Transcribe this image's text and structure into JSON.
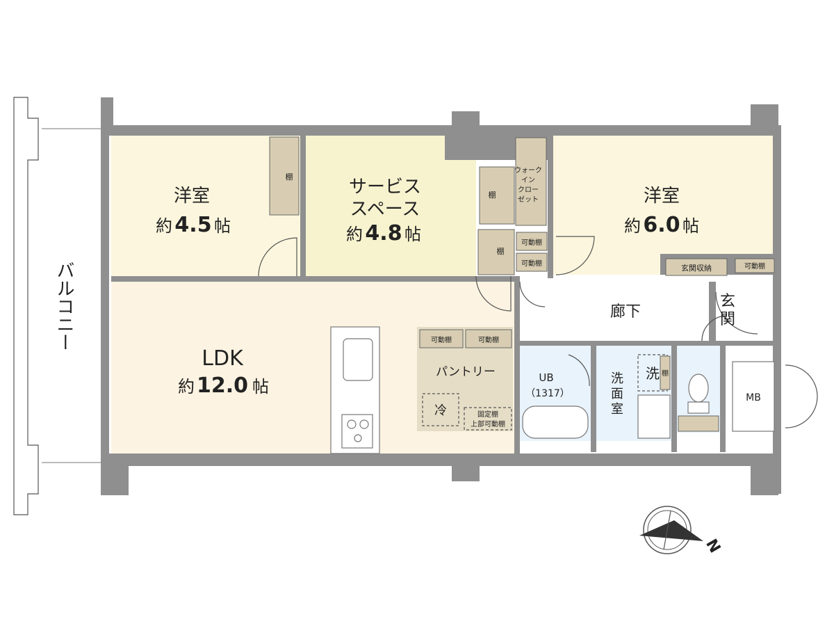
{
  "rooms": {
    "western_room_left": {
      "name": "洋室",
      "area_prefix": "約",
      "area": "4.5",
      "unit": "帖"
    },
    "service_space": {
      "name_line1": "サービス",
      "name_line2": "スペース",
      "area_prefix": "約",
      "area": "4.8",
      "unit": "帖"
    },
    "western_room_right": {
      "name": "洋室",
      "area_prefix": "約",
      "area": "6.0",
      "unit": "帖"
    },
    "ldk": {
      "name": "LDK",
      "area_prefix": "約",
      "area": "12.0",
      "unit": "帖"
    },
    "hallway": {
      "name": "廊下"
    },
    "entrance": {
      "name_line1": "玄",
      "name_line2": "関"
    },
    "pantry": {
      "name": "パントリー"
    },
    "bath": {
      "name": "UB",
      "size": "（1317）"
    },
    "washroom": {
      "line1": "洗",
      "line2": "面",
      "line3": "室"
    },
    "balcony": {
      "name": "バルコニー"
    },
    "meter_box": {
      "name": "MB"
    }
  },
  "storage": {
    "shelf_left": "棚",
    "shelf_wic": "棚",
    "shelf_service": "棚",
    "walk_in_closet": [
      "ウォーク",
      "イン",
      "クロー",
      "ゼット"
    ],
    "movable_shelf_1": "可動棚",
    "movable_shelf_2": "可動棚",
    "movable_shelf_entrance": "可動棚",
    "entrance_storage": "玄関収納",
    "pantry_shelf_a": "可動棚",
    "pantry_shelf_b": "可動棚",
    "fixed_shelf_line1": "固定棚",
    "fixed_shelf_line2": "上部可動棚",
    "fridge": "冷",
    "washer": "洗",
    "washroom_shelf": "棚"
  },
  "compass": {
    "label": "N"
  },
  "colors": {
    "western_room": "#fbf6dd",
    "service_space": "#f7f3cf",
    "ldk": "#fdf3e2",
    "pantry": "#e6ddc6",
    "wet_area": "#e9f3fb",
    "storage": "#d8cdb2",
    "wall": "#8f8f8f"
  }
}
